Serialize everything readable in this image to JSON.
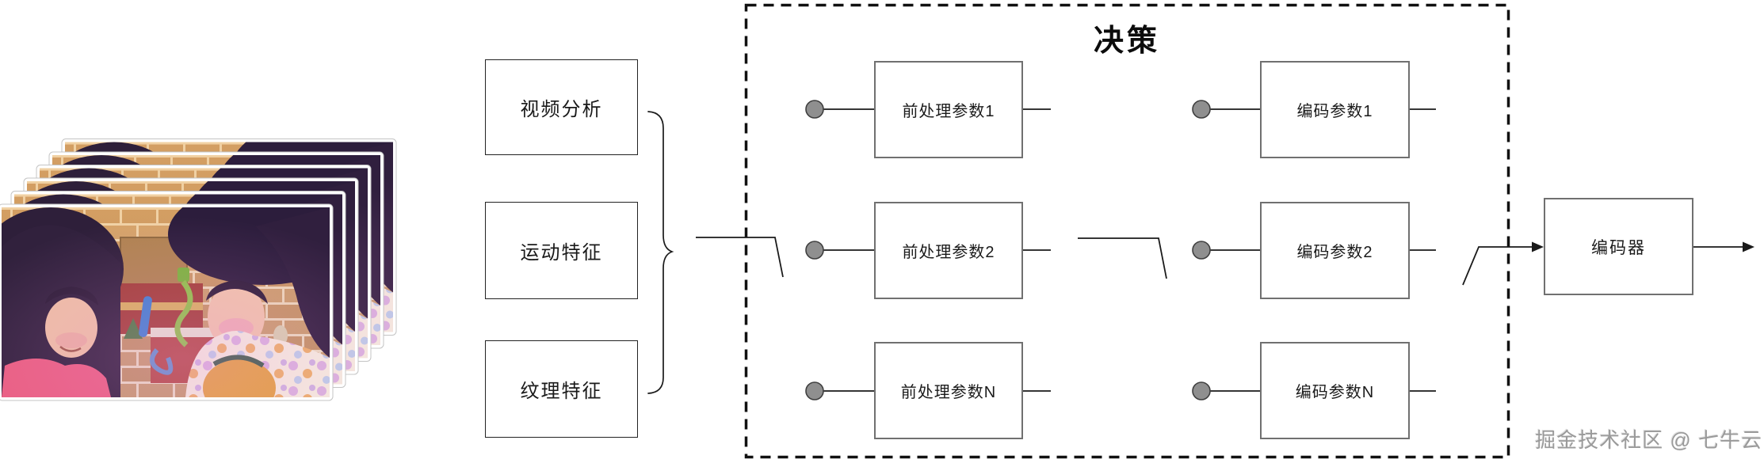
{
  "diagram": {
    "source_video": {
      "frame_count": 6
    },
    "feature_boxes": [
      {
        "label": "视频分析"
      },
      {
        "label": "运动特征"
      },
      {
        "label": "纹理特征"
      }
    ],
    "decision": {
      "title": "决策",
      "preprocess_options": [
        {
          "label": "前处理参数1"
        },
        {
          "label": "前处理参数2"
        },
        {
          "label": "前处理参数N"
        }
      ],
      "encode_options": [
        {
          "label": "编码参数1"
        },
        {
          "label": "编码参数2"
        },
        {
          "label": "编码参数N"
        }
      ]
    },
    "encoder": {
      "label": "编码器"
    },
    "watermark": {
      "text": "掘金技术社区 @ 七牛云"
    },
    "colors": {
      "line": "#1a1a1a",
      "feature_box_border": "#222222",
      "param_box_border": "#707070",
      "dot_fill": "#8f8f8f",
      "dot_stroke": "#3f3f3f",
      "watermark_text": "#9a9a9a"
    }
  }
}
